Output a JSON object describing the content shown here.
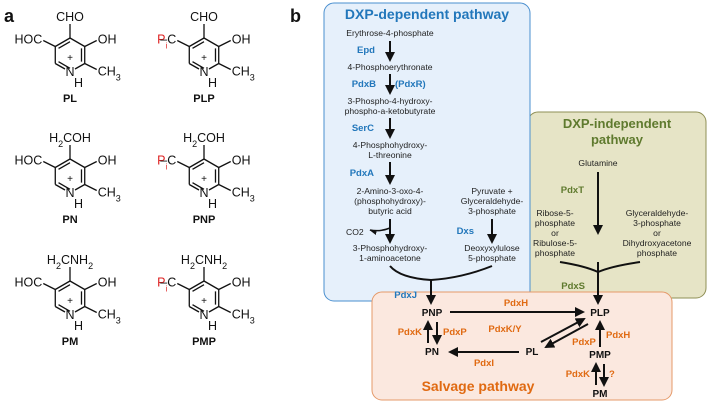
{
  "panel_a": {
    "letter": "a",
    "molecules": [
      {
        "name": "PL",
        "top": "CHO",
        "left": "HOC",
        "left_red": false
      },
      {
        "name": "PLP",
        "top": "CHO",
        "left": "P",
        "left_red": true
      },
      {
        "name": "PN",
        "top": "H2COH",
        "left": "HOC",
        "left_red": false
      },
      {
        "name": "PNP",
        "top": "H2COH",
        "left": "P",
        "left_red": true
      },
      {
        "name": "PM",
        "top": "H2CNH2",
        "left": "HOC",
        "left_red": false
      },
      {
        "name": "PMP",
        "top": "H2CNH2",
        "left": "P",
        "left_red": true
      }
    ],
    "ring": {
      "oh": "OH",
      "ch3": "CH3",
      "nh": "NH",
      "plus": "+"
    }
  },
  "panel_b": {
    "letter": "b",
    "dxp": {
      "title": "DXP-dependent pathway",
      "erythrose": "Erythrose-4-phosphate",
      "epd": "Epd",
      "phosphoerythronate": "4-Phosphoerythronate",
      "pdxb": "PdxB",
      "pdxr": "(PdxR)",
      "ketobutyrate_1": "3-Phospho-4-hydroxy-",
      "ketobutyrate_2": "phospho-a-ketobutyrate",
      "serc": "SerC",
      "threonine_1": "4-Phosphohydroxy-",
      "threonine_2": "L-threonine",
      "pdxa": "PdxA",
      "amino_1": "2-Amino-3-oxo-4-",
      "amino_2": "(phosphohydroxy)-",
      "amino_3": "butyric acid",
      "co2": "CO2",
      "aminoacetone_1": "3-Phosphohydroxy-",
      "aminoacetone_2": "1-aminoacetone",
      "pyruvate_1": "Pyruvate +",
      "pyruvate_2": "Glyceraldehyde-",
      "pyruvate_3": "3-phosphate",
      "dxs": "Dxs",
      "deoxy_1": "Deoxyxylulose",
      "deoxy_2": "5-phosphate",
      "pdxj": "PdxJ"
    },
    "indep": {
      "title_1": "DXP-independent",
      "title_2": "pathway",
      "glutamine": "Glutamine",
      "pdxt": "PdxT",
      "ribose_1": "Ribose-5-",
      "ribose_2": "phosphate",
      "ribose_3": "or",
      "ribose_4": "Ribulose-5-",
      "ribose_5": "phosphate",
      "glycer_1": "Glyceraldehyde-",
      "glycer_2": "3-phosphate",
      "glycer_3": "or",
      "glycer_4": "Dihydroxyacetone",
      "glycer_5": "phosphate",
      "pdxs": "PdxS"
    },
    "salvage": {
      "title": "Salvage pathway",
      "pnp": "PNP",
      "plp": "PLP",
      "pn": "PN",
      "pl": "PL",
      "pmp": "PMP",
      "pm": "PM",
      "pdxh_top": "PdxH",
      "pdxh_right": "PdxH",
      "pdxk_left": "PdxK",
      "pdxp_left": "PdxP",
      "pdxky": "PdxK/Y",
      "pdxp_mid": "PdxP",
      "pdxi": "PdxI",
      "pdxk_bottom": "PdxK",
      "question": "?"
    },
    "colors": {
      "dxp_fill": "#e6f0fb",
      "dxp_stroke": "#4a8fcf",
      "indep_fill": "#e6e4c6",
      "indep_stroke": "#8f8f55",
      "salvage_fill": "#fbe8df",
      "salvage_stroke": "#e59a6a",
      "blue": "#2277bb",
      "green": "#5f7a2e",
      "orange": "#e06a12",
      "phosphate_red": "#d22222"
    }
  }
}
